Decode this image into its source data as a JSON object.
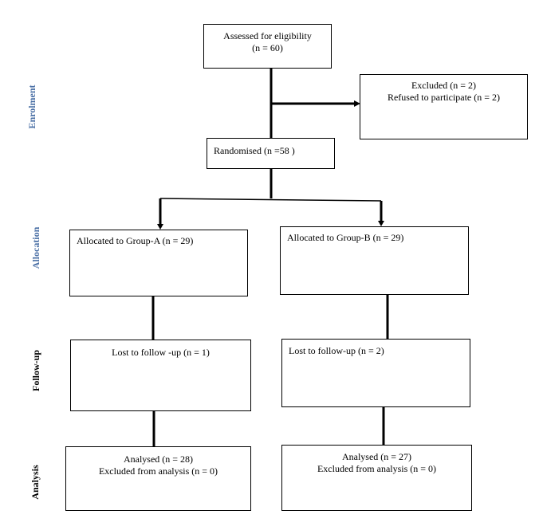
{
  "stages": {
    "enrolment": "Enrolment",
    "allocation": "Allocation",
    "follow_up": "Follow-up",
    "analysis": "Analysis"
  },
  "boxes": {
    "assessed": {
      "line1": "Assessed for eligibility",
      "line2": "(n = 60)"
    },
    "excluded": {
      "line1": "Excluded (n = 2)",
      "line2": "Refused to participate (n =  2)"
    },
    "randomised": {
      "line1": "Randomised (n =58 )"
    },
    "group_a": {
      "line1": "Allocated to  Group-A (n = 29)"
    },
    "group_b": {
      "line1": "Allocated to  Group-B (n = 29)"
    },
    "lost_a": {
      "line1": "Lost to follow -up (n =  1)"
    },
    "lost_b": {
      "line1": "Lost to follow-up (n = 2)"
    },
    "analysed_a": {
      "line1": "Analysed (n = 28)",
      "line2": "Excluded from analysis (n = 0)"
    },
    "analysed_b": {
      "line1": "Analysed (n = 27)",
      "line2": "Excluded from analysis (n = 0)"
    }
  },
  "colors": {
    "stage_label_blue": "#4a6fa5",
    "stage_label_black": "#000000",
    "border": "#000000"
  }
}
